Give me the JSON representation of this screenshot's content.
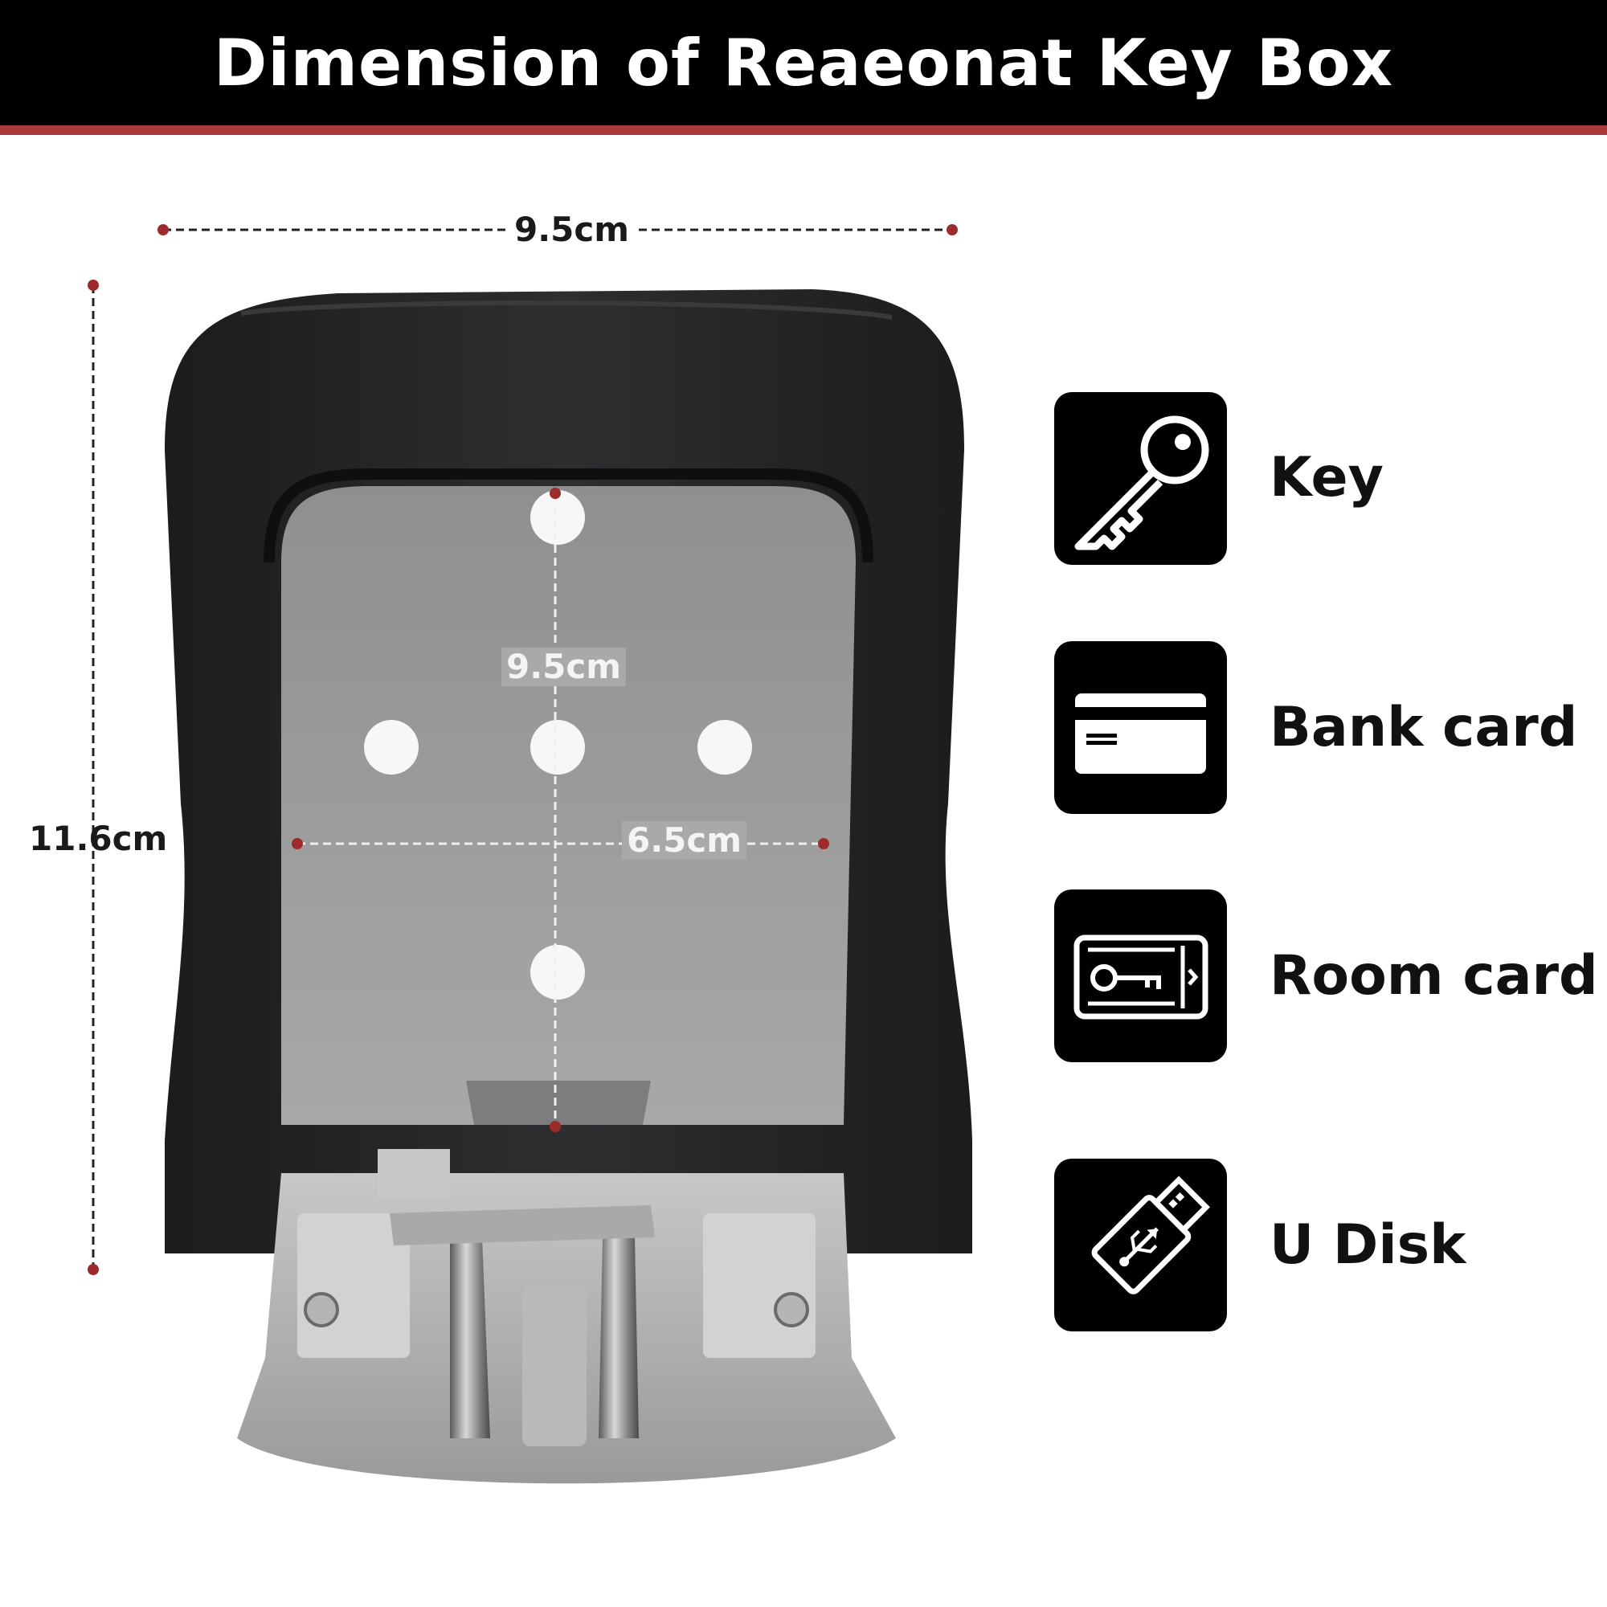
{
  "header": {
    "title": "Dimension of Reaeonat Key Box"
  },
  "dimensions": {
    "outer_width": "9.5cm",
    "outer_height": "11.6cm",
    "inner_height": "9.5cm",
    "inner_width": "6.5cm"
  },
  "features": [
    {
      "label": "Key",
      "icon": "key-icon"
    },
    {
      "label": "Bank card",
      "icon": "bank-card-icon"
    },
    {
      "label": "Room card",
      "icon": "room-card-icon"
    },
    {
      "label": "U Disk",
      "icon": "usb-disk-icon"
    }
  ],
  "colors": {
    "header_bg": "#000000",
    "accent_line": "#a83a3a",
    "dimension_dot": "#9e2b2b"
  }
}
